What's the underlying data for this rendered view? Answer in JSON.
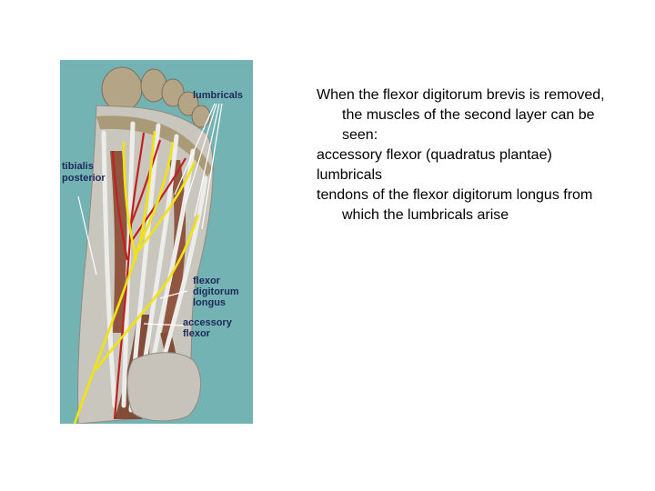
{
  "figure": {
    "labels": {
      "lumbricals": "lumbricals",
      "tibialis_1": "tibialis",
      "tibialis_2": "posterior",
      "fdl_1": "flexor",
      "fdl_2": "digitorum",
      "fdl_3": "longus",
      "acc_1": "accessory",
      "acc_2": "flexor"
    },
    "colors": {
      "background": "#74b3b3",
      "bone": "#b0a48a",
      "muscle": "#8a4a32",
      "tendon": "#e8e8e4",
      "nerve": "#f2e40a",
      "artery": "#c02020",
      "label": "#1e2a5a"
    }
  },
  "text": {
    "paragraphs": [
      "When the flexor digitorum brevis is removed, the muscles of the second layer can be seen:",
      "accessory flexor (quadratus plantae)",
      "lumbricals",
      "tendons of the flexor digitorum longus from which the lumbricals arise"
    ]
  }
}
